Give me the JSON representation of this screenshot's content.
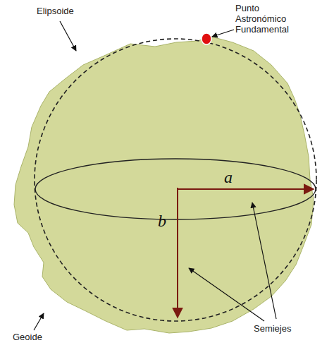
{
  "diagram": {
    "labels": [
      "Elipsoide",
      "Punto Astronómico Fundamental",
      "a",
      "b",
      "Semiejes",
      "Geoide"
    ]
  }
}
